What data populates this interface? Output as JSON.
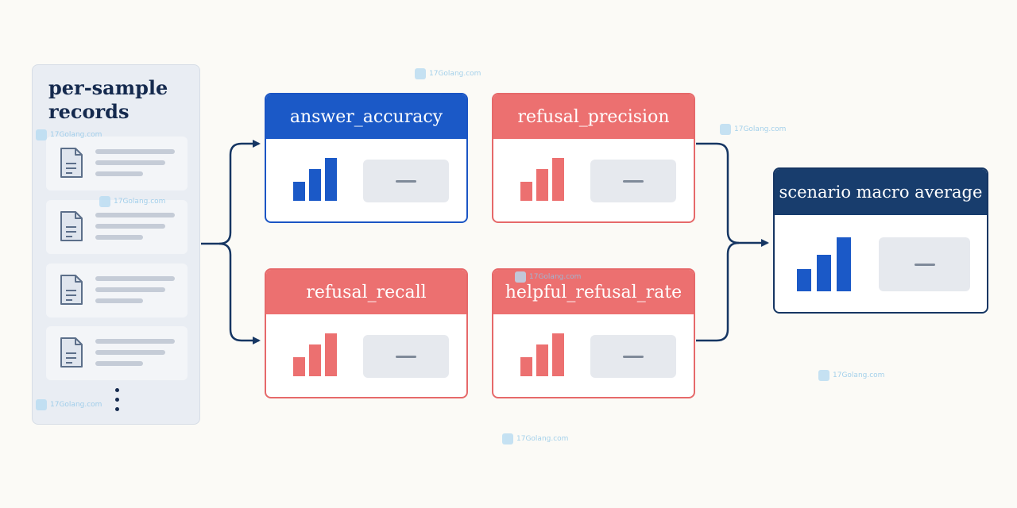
{
  "records_panel": {
    "title": "per-sample\nrecords",
    "icon": "document-icon",
    "more_icon": "vertical-ellipsis-icon"
  },
  "metrics": [
    {
      "label": "answer_accuracy",
      "color": "#1b59c7",
      "value": "—"
    },
    {
      "label": "refusal_precision",
      "color": "#ec7070",
      "value": "—"
    },
    {
      "label": "refusal_recall",
      "color": "#ec7070",
      "value": "—"
    },
    {
      "label": "helpful_refusal_rate",
      "color": "#ec7070",
      "value": "—"
    }
  ],
  "scenario": {
    "label": "scenario macro average",
    "color": "#183d6d",
    "value": "—"
  },
  "watermark": "17Golang.com",
  "colors": {
    "navy": "#152a4e",
    "blue": "#1b59c7",
    "red": "#ec7070",
    "connector": "#163663"
  }
}
